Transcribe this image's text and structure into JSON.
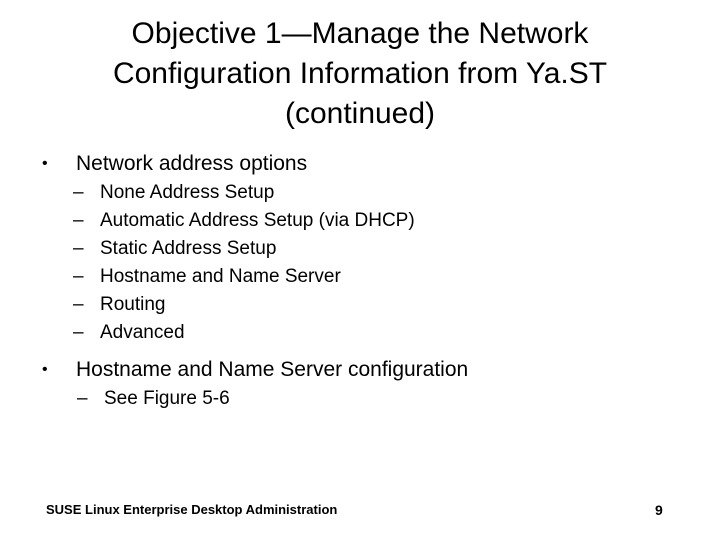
{
  "slide": {
    "background_color": "#ffffff",
    "text_color": "#000000",
    "title": {
      "line1": "Objective 1—Manage the Network",
      "line2": "Configuration Information from Ya.ST",
      "line3": "(continued)"
    },
    "bullet_glyph": "•",
    "dash_glyph": "–",
    "groups": [
      {
        "heading": "Network address options",
        "items": [
          "None Address Setup",
          "Automatic Address Setup (via DHCP)",
          "Static Address Setup",
          "Hostname and Name Server",
          "Routing",
          "Advanced"
        ]
      },
      {
        "heading": "Hostname and Name Server configuration",
        "items": [
          "See Figure 5-6"
        ]
      }
    ],
    "footer": {
      "text": "SUSE Linux Enterprise Desktop Administration",
      "page_number": "9"
    }
  }
}
